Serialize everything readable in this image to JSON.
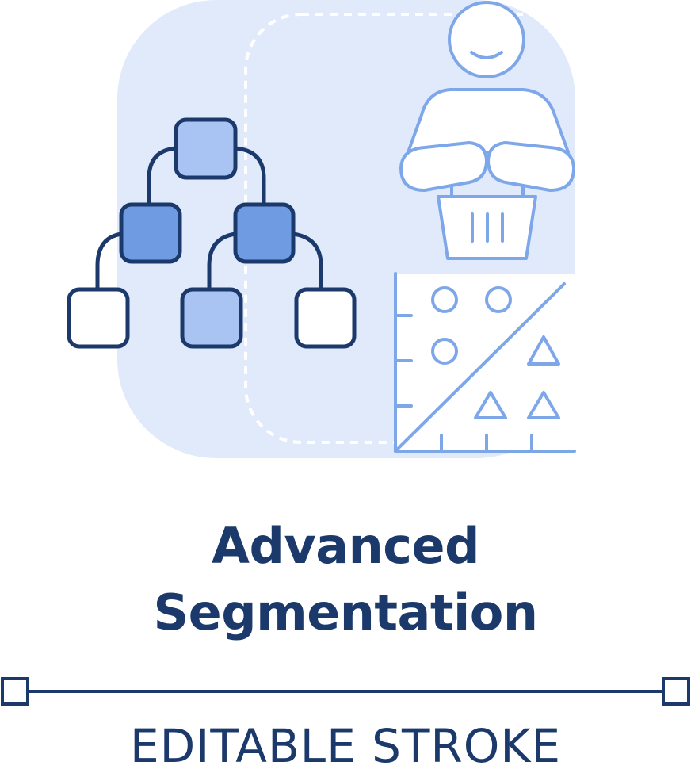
{
  "title": {
    "line1": "Advanced",
    "line2": "Segmentation"
  },
  "footer": {
    "label": "EDITABLE STROKE"
  },
  "colors": {
    "dark_navy": "#1b3a6b",
    "medium_blue": "#6f9be3",
    "light_blue": "#a9c4f2",
    "pale_bg": "#e0eafb",
    "outline_blue": "#7ea7ea"
  },
  "icons": [
    "decision-tree-icon",
    "customer-with-basket-icon",
    "classification-chart-icon"
  ]
}
